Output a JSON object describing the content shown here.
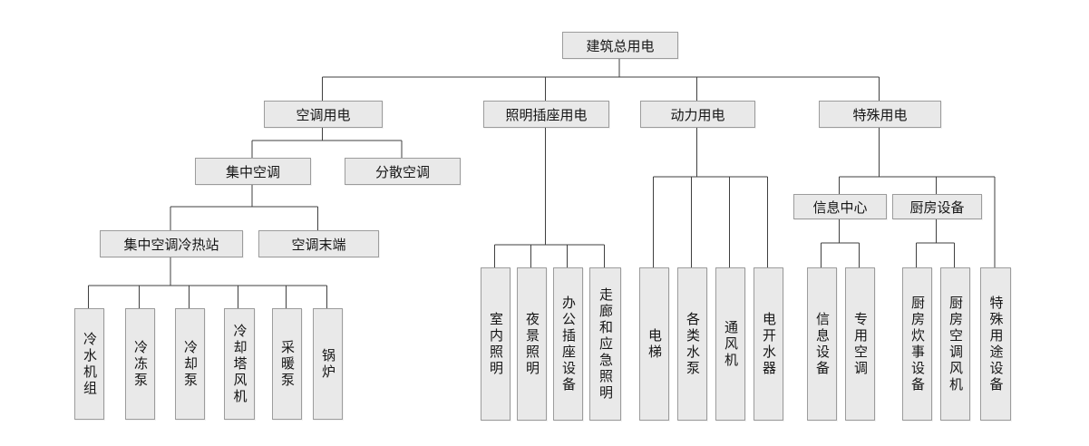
{
  "diagram": {
    "root": {
      "label": "建筑总用电"
    },
    "hvac": {
      "label": "空调用电",
      "central": {
        "label": "集中空调",
        "plant": {
          "label": "集中空调冷热站",
          "leaves": [
            "冷水机组",
            "冷冻泵",
            "冷却泵",
            "冷却塔风机",
            "采暖泵",
            "锅炉"
          ]
        },
        "terminal": {
          "label": "空调末端"
        }
      },
      "split": {
        "label": "分散空调"
      }
    },
    "lighting": {
      "label": "照明插座用电",
      "leaves": [
        "室内照明",
        "夜景照明",
        "办公插座设备",
        "走廊和应急照明"
      ]
    },
    "power": {
      "label": "动力用电",
      "leaves": [
        "电梯",
        "各类水泵",
        "通风机",
        "电开水器"
      ]
    },
    "special": {
      "label": "特殊用电",
      "info_center": {
        "label": "信息中心",
        "leaves": [
          "信息设备",
          "专用空调"
        ]
      },
      "kitchen": {
        "label": "厨房设备",
        "leaves": [
          "厨房炊事设备",
          "厨房空调风机"
        ]
      },
      "leaves": [
        "特殊用途设备"
      ]
    }
  }
}
